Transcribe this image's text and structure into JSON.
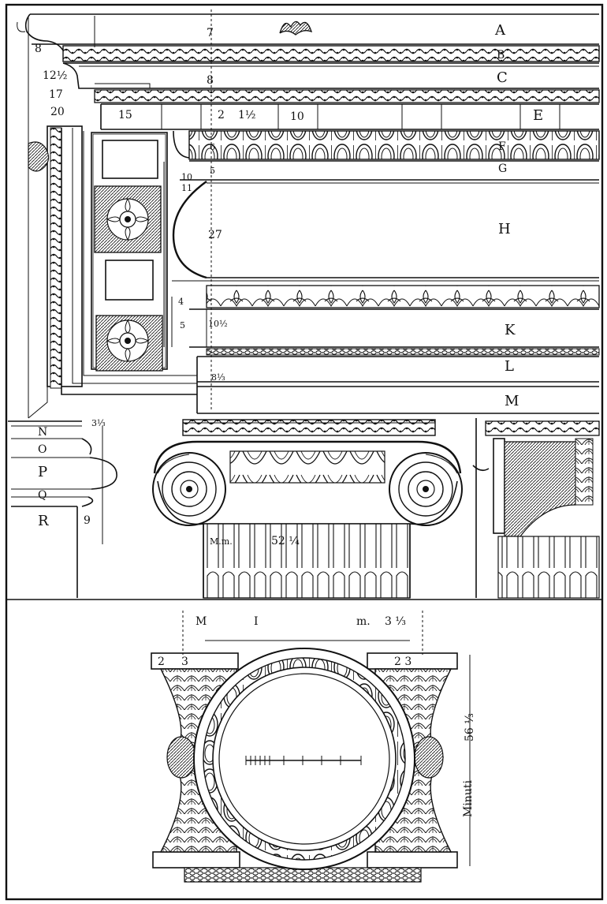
{
  "labels": {
    "A": "A",
    "B": "B",
    "C": "C",
    "E": "E",
    "F": "F",
    "G": "G",
    "H": "H",
    "K": "K",
    "L": "L",
    "M": "M",
    "N": "N",
    "O": "O",
    "P": "P",
    "Q": "Q",
    "R": "R"
  },
  "measures": {
    "m7": "7",
    "m8_top": "8",
    "m12": "12½",
    "m17": "17",
    "m20": "20",
    "m8_left": "8",
    "m15": "15",
    "m2": "2",
    "m1": "1½",
    "m10": "10",
    "m6": "6",
    "m5": "5",
    "m10b": "10",
    "m11": "11",
    "m27": "27",
    "m10c": "10½",
    "m5b": "5",
    "m4": "4",
    "m8b": "8⅓",
    "m9": "9",
    "m3": "3⅓",
    "m52": "52 ¼",
    "min": "M.m.",
    "plan_M": "M",
    "plan_I": "I",
    "plan_m": "m.",
    "plan_3": "3 ⅓",
    "p2": "2",
    "p3": "3",
    "p23": "2 3",
    "p56": "56 ⅓",
    "minuti": "Minuti"
  },
  "ornament": {
    "rosette_1": "rosette-ornament",
    "rosette_2": "rosette-ornament"
  }
}
